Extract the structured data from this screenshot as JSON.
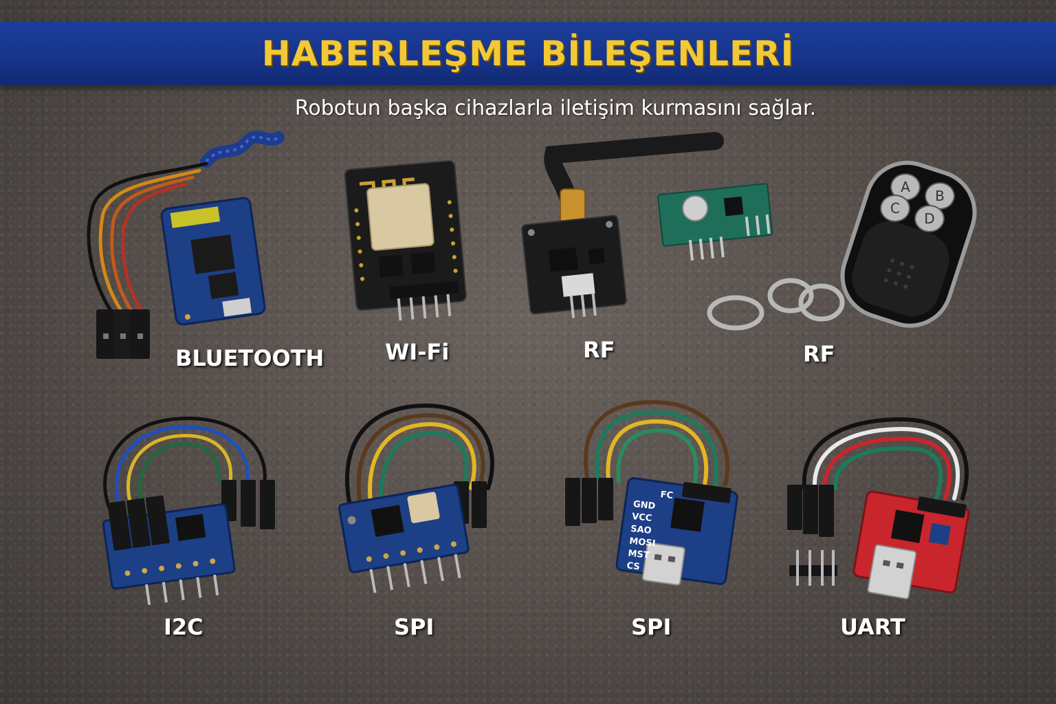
{
  "header": {
    "title": "HABERLEŞME BİLEŞENLERİ",
    "subtitle": "Robotun başka cihazlarla iletişim kurmasını sağlar."
  },
  "modules": [
    {
      "label": "BLUETOOTH",
      "icon": "bluetooth-module-icon"
    },
    {
      "label": "WI-Fi",
      "icon": "wifi-module-icon"
    },
    {
      "label": "RF",
      "icon": "rf-module-icon"
    },
    {
      "label": "RF",
      "icon": "rf-remote-icon"
    },
    {
      "label": "I2C",
      "icon": "i2c-module-icon"
    },
    {
      "label": "SPI",
      "icon": "spi-module-icon"
    },
    {
      "label": "SPI",
      "icon": "spi-usb-module-icon"
    },
    {
      "label": "UART",
      "icon": "uart-module-icon"
    }
  ],
  "remote_buttons": [
    "A",
    "B",
    "C",
    "D"
  ],
  "spi_board_pins": [
    "FC",
    "GND",
    "VCC",
    "SAO",
    "MOSI",
    "MST",
    "CS"
  ],
  "colors": {
    "banner": "#17338a",
    "title": "#f2c935",
    "background": "#57504c",
    "pcb_blue": "#1d3f86",
    "pcb_black": "#1b1b1b",
    "pcb_green": "#1e6e5a",
    "pcb_red": "#c8262c"
  }
}
